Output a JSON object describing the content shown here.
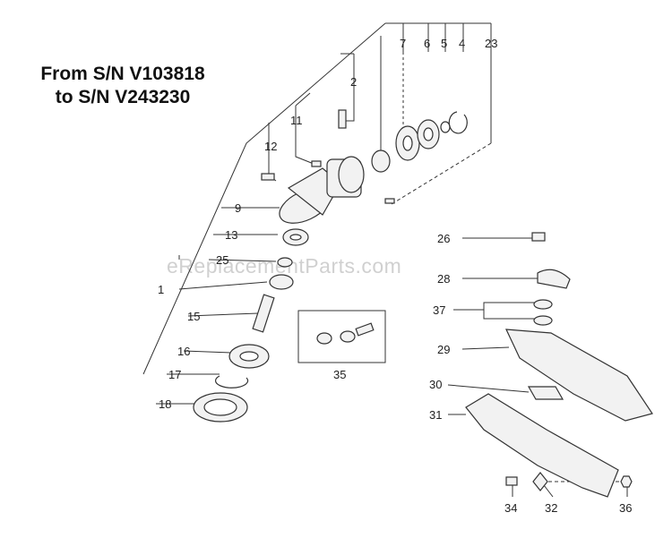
{
  "serial_range": {
    "line1": "From S/N V103818",
    "line2": "to S/N V243230"
  },
  "watermark": "eReplacementParts.com",
  "callouts": {
    "c1": "1",
    "c2": "2",
    "c4": "4",
    "c5": "5",
    "c6": "6",
    "c7": "7",
    "c9": "9",
    "c11": "11",
    "c12": "12",
    "c13": "13",
    "c15": "15",
    "c16": "16",
    "c17": "17",
    "c18": "18",
    "c23": "23",
    "c25": "25",
    "c26": "26",
    "c28": "28",
    "c29": "29",
    "c30": "30",
    "c31": "31",
    "c32": "32",
    "c34": "34",
    "c35": "35",
    "c36": "36",
    "c37": "37"
  },
  "colors": {
    "line": "#333333",
    "part_fill": "#f2f2f2",
    "part_dark": "#444444"
  }
}
